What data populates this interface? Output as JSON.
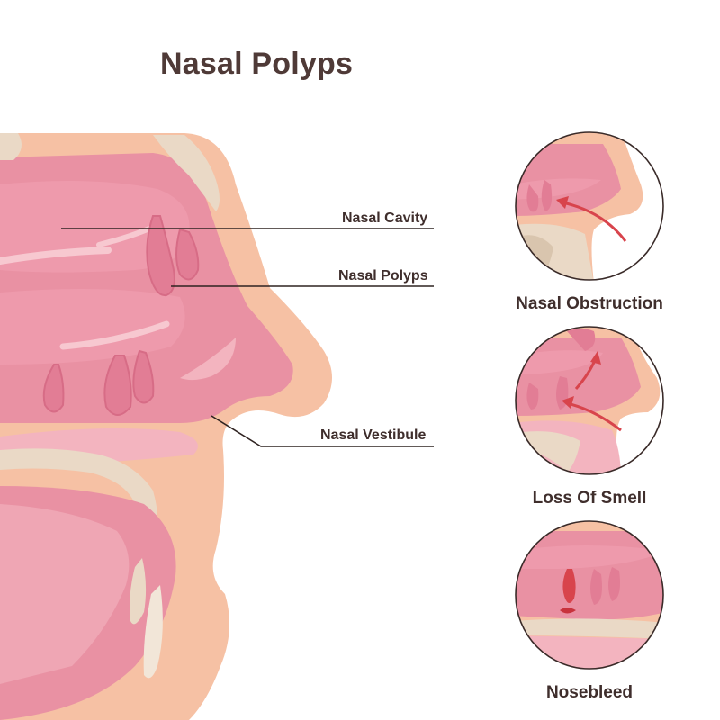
{
  "title": "Nasal Polyps",
  "labels": {
    "nasal_cavity": "Nasal Cavity",
    "nasal_polyps": "Nasal Polyps",
    "nasal_vestibule": "Nasal Vestibule"
  },
  "symptoms": [
    {
      "label": "Nasal Obstruction"
    },
    {
      "label": "Loss Of Smell"
    },
    {
      "label": "Nosebleed"
    }
  ],
  "colors": {
    "title_text": "#4f3a37",
    "tissue_pink": "#e991a3",
    "tissue_light": "#f3b4bf",
    "skin": "#f6c1a4",
    "bone": "#ead9c6",
    "arrow_red": "#d8444c"
  }
}
